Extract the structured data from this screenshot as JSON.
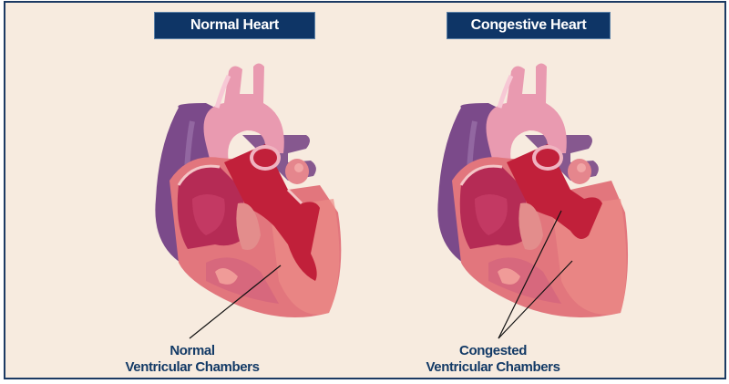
{
  "diagram": {
    "panels": [
      {
        "title": "Normal Heart",
        "caption_line1": "Normal",
        "caption_line2": "Ventricular Chambers"
      },
      {
        "title": "Congestive Heart",
        "caption_line1": "Congested",
        "caption_line2": "Ventricular Chambers"
      }
    ],
    "colors": {
      "background": "#f7ebdf",
      "frame_border": "#1c3a63",
      "title_bg": "#0e3566",
      "title_text": "#ffffff",
      "caption_text": "#133a66",
      "aorta": "#e99ab0",
      "vein": "#7b4a8a",
      "muscle": "#e2767d",
      "chamber_dark": "#c1203a",
      "chamber_atrium": "#b52b55"
    }
  }
}
